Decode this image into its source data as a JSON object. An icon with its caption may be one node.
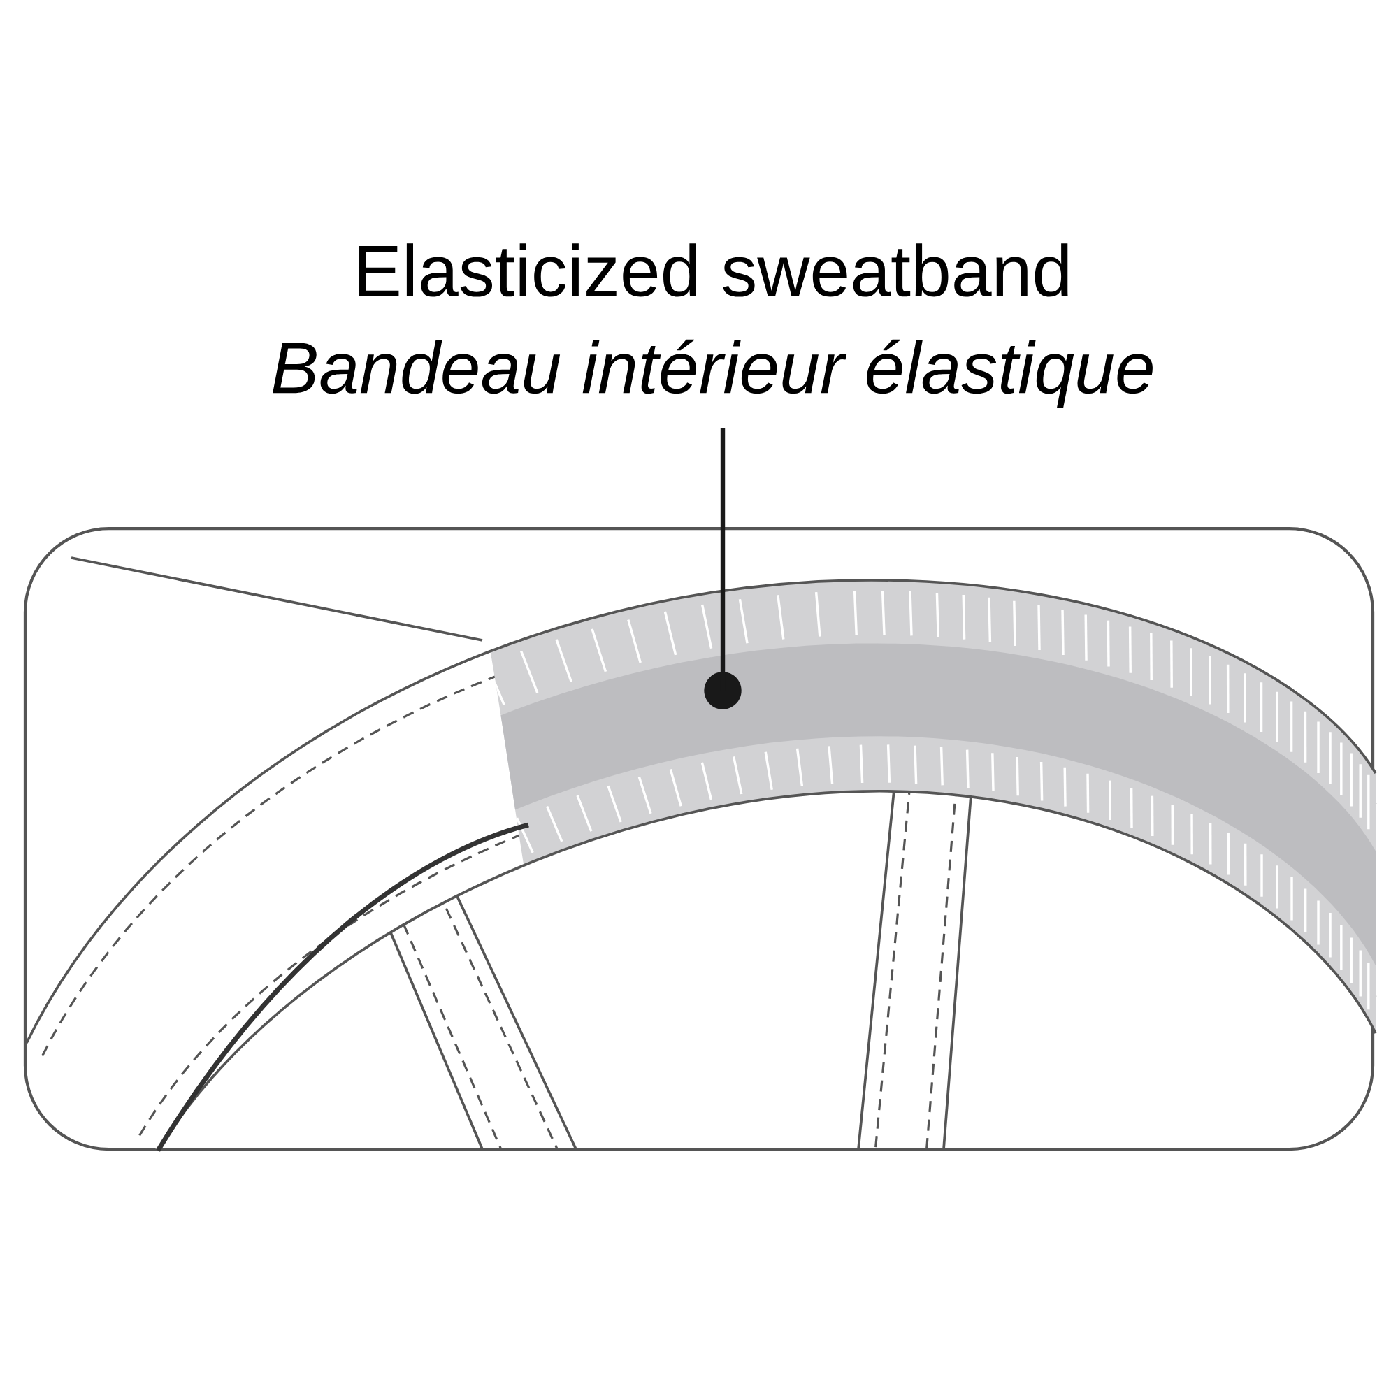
{
  "diagram": {
    "nodes": [
      {
        "text": [
          "Elasticized sweatband",
          "Bandeau intérieur élastique"
        ]
      },
      {
        "text": [],
        "shape": "band"
      }
    ],
    "edges": [
      {
        "from": 0,
        "to": 1,
        "arrow": "none"
      }
    ]
  }
}
